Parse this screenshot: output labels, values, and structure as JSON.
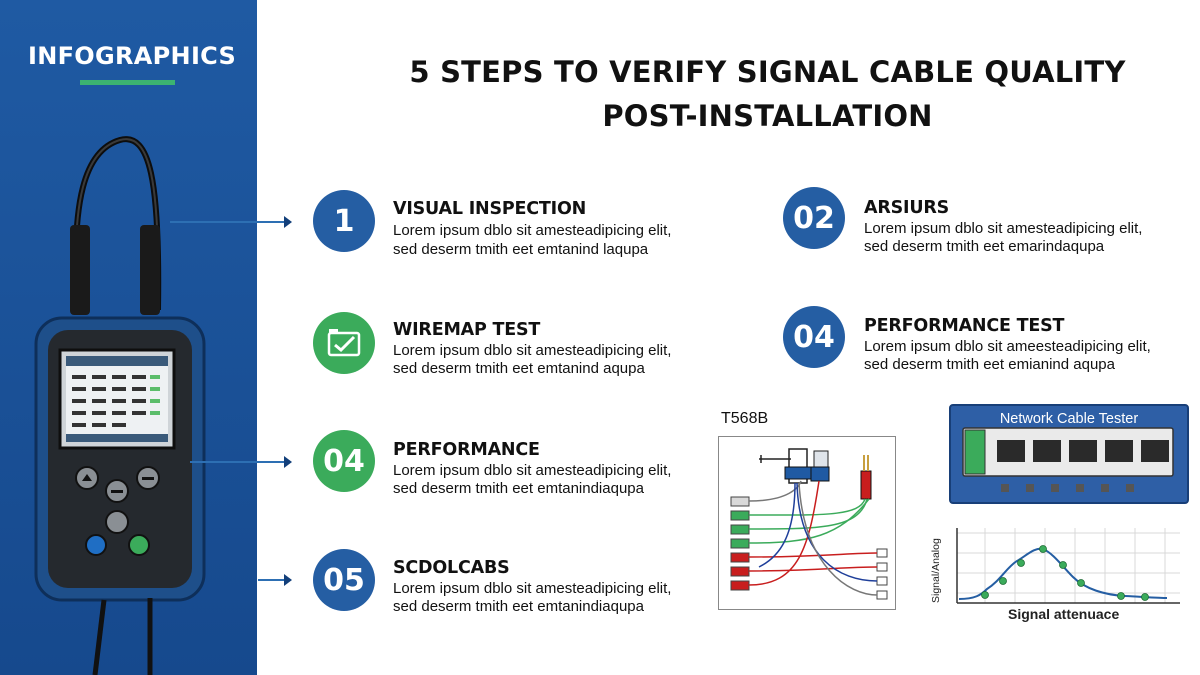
{
  "sidebar": {
    "brand": "INFOGRAPHICS"
  },
  "title": {
    "line1": "5 STEPS TO VERIFY SIGNAL CABLE QUALITY",
    "line2": "POST-INSTALLATION"
  },
  "steps": [
    {
      "badge": "1",
      "title": "VISUAL INSPECTION",
      "body1": "Lorem ipsum dblo sit amesteadipicing elit,",
      "body2": "sed deserm tmith eet emtanind lаqupa"
    },
    {
      "badge": "",
      "icon": "wiremap-check-icon",
      "title": "WIREMAP TEST",
      "body1": "Lorem ipsum dblo sit amesteadipicing elit,",
      "body2": "sed deserm tmith eet emtanind aqupa"
    },
    {
      "badge": "04",
      "title": "PERFORMANCE",
      "body1": "Lorem ipsum dblo sit amesteadipicing elit,",
      "body2": "sed deserm tmith eet emtanindiaqupa"
    },
    {
      "badge": "05",
      "title": "SCDOLCABS",
      "body1": "Lorem ipsum dblo sit amesteadipicing elit,",
      "body2": "sed deserm tmith eet emtanindiaqupa"
    },
    {
      "badge": "02",
      "title": "ARSIURS",
      "body1": "Lorem ipsum dblo sit amesteadipicing elit,",
      "body2": "sed deserm tmith eet emarindaqupa"
    },
    {
      "badge": "04",
      "title": "PERFORMANCE TEST",
      "body1": "Lorem ipsum dblo sit ameesteadipicing elit,",
      "body2": "sed deserm tmith eet emianind aqupa"
    }
  ],
  "diagrams": {
    "t568_label": "T568B",
    "tester_label": "Network Cable Tester",
    "graph_xlabel": "Signal attenuace",
    "graph_ylabel": "Signal/Analog"
  },
  "colors": {
    "sidebar_blue": "#1f5aa3",
    "badge_blue": "#255ea3",
    "badge_green": "#3bab5b",
    "accent_green": "#3cb371"
  }
}
